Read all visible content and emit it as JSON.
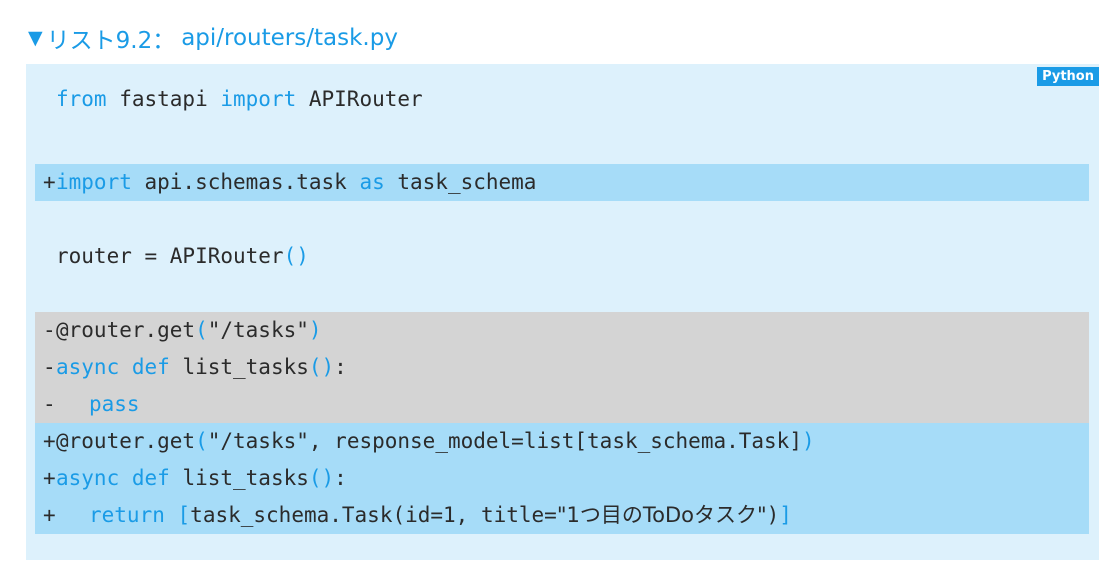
{
  "caption": {
    "marker": "▼",
    "label": "リスト9.2：",
    "file": "api/routers/task.py"
  },
  "badge": {
    "language": "Python"
  },
  "code": {
    "l1": {
      "marker": " ",
      "kw1": "from",
      "t1": " fastapi ",
      "kw2": "import",
      "t2": " APIRouter"
    },
    "l2": {
      "marker": "+",
      "kw1": "import",
      "t1": " api.schemas.task ",
      "kw2": "as",
      "t2": " task_schema"
    },
    "l3": {
      "marker": " ",
      "t1": "router = APIRouter",
      "p1": "()"
    },
    "l4": {
      "marker": "-",
      "t1": "@router.get",
      "p1": "(",
      "s1": "\"/tasks\"",
      "p2": ")"
    },
    "l5": {
      "marker": "-",
      "kw1": "async def",
      "t1": " list_tasks",
      "p1": "()",
      "t2": ":"
    },
    "l6": {
      "marker": "-",
      "kw1": "pass"
    },
    "l7": {
      "marker": "+",
      "t1": "@router.get",
      "p1": "(",
      "s1": "\"/tasks\"",
      "t2": ", response_model=list[task_schema.Task]",
      "p2": ")"
    },
    "l8": {
      "marker": "+",
      "kw1": "async def",
      "t1": " list_tasks",
      "p1": "()",
      "t2": ":"
    },
    "l9": {
      "marker": "+",
      "kw1": "return",
      "t1": " ",
      "p1": "[",
      "t2": "task_schema.Task(id=1, title=",
      "s1": "\"1つ目のToDoタスク\"",
      "t3": ")",
      "p2": "]"
    }
  }
}
